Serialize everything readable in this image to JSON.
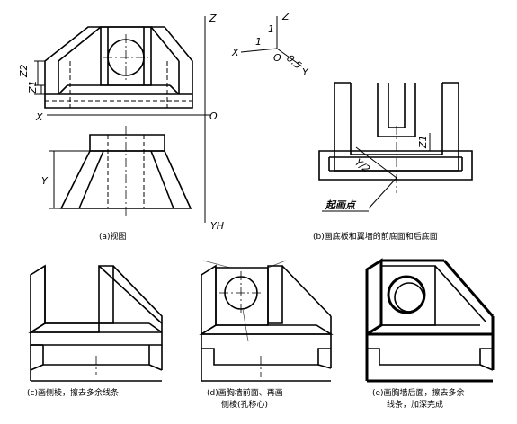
{
  "labels": {
    "axis_z_main": "Z",
    "axis_x_main": "X",
    "origin_main": "O",
    "axis_yh": "YH",
    "dim_z2": "Z2",
    "dim_z1": "Z1",
    "dim_y": "Y",
    "axo_z": "Z",
    "axo_x": "X",
    "axo_y": "Y",
    "axo_o": "O",
    "axo_ratio_1a": "1",
    "axo_ratio_1b": "1",
    "axo_ratio_05": "0.5",
    "b_dim_z1": "Z1",
    "b_dim_y2": "Y/2",
    "b_start_point": "起画点"
  },
  "captions": {
    "a": "(a)视图",
    "b": "(b)画底板和翼墙的前底面和后底面",
    "c": "(c)画侧棱，擦去多余线条",
    "d1": "(d)画胸墙前面、再画",
    "d2": "侧棱(孔移心)",
    "e1": "(e)画胸墙后面，擦去多余",
    "e2": "线条，加深完成"
  }
}
